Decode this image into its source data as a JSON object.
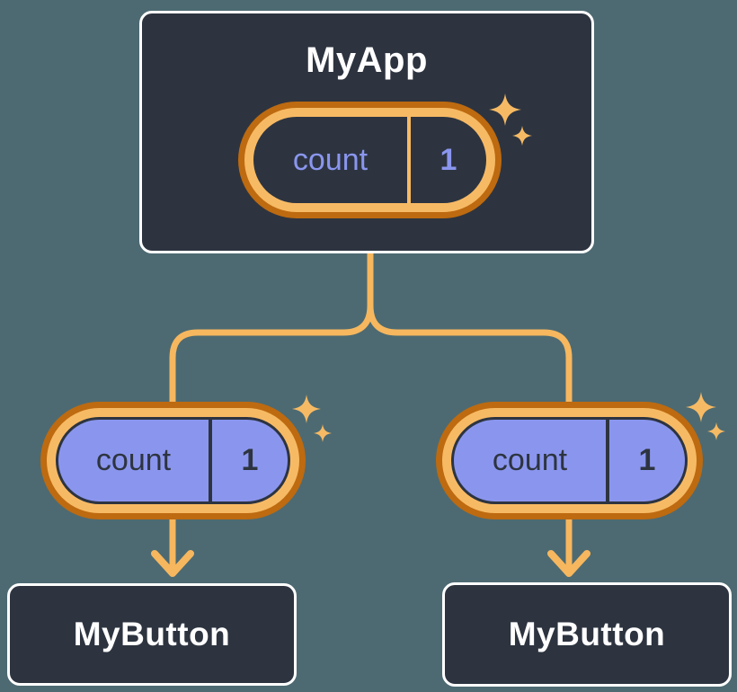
{
  "colors": {
    "background": "#4d6a72",
    "node_background": "#2d3440",
    "node_border": "#ffffff",
    "pill_ring_outer": "#bd6a10",
    "pill_ring_inner": "#f7ba64",
    "state_purple": "#8a96ee",
    "connector_line": "#f6b75e",
    "text_light": "#ffffff"
  },
  "tree": {
    "root": {
      "label": "MyApp",
      "pill": {
        "name": "count",
        "value": "1"
      }
    },
    "children": [
      {
        "pill": {
          "name": "count",
          "value": "1"
        },
        "label": "MyButton"
      },
      {
        "pill": {
          "name": "count",
          "value": "1"
        },
        "label": "MyButton"
      }
    ]
  }
}
